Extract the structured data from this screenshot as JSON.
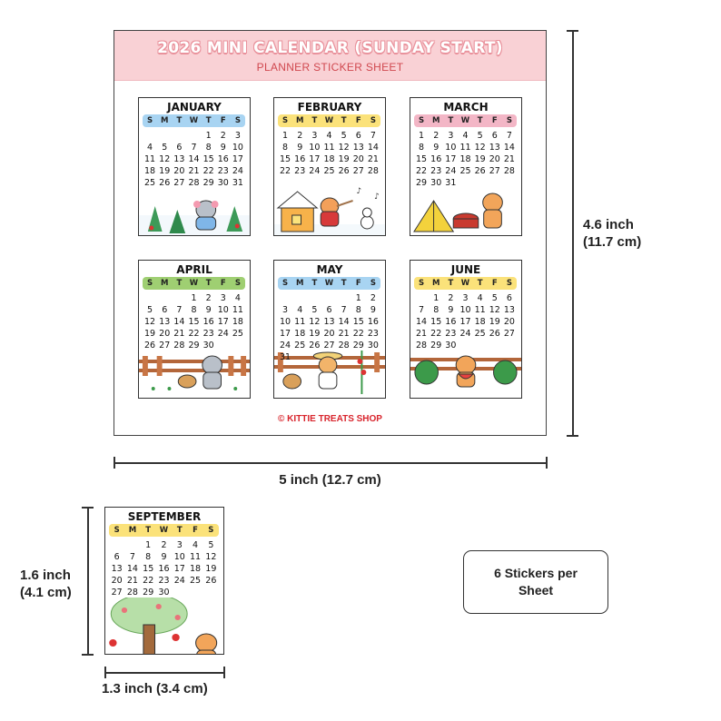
{
  "sheet": {
    "title": "2026 MINI CALENDAR (SUNDAY START)",
    "subtitle": "PLANNER STICKER SHEET",
    "copyright": "© KITTIE TREATS SHOP"
  },
  "weekdays": [
    "S",
    "M",
    "T",
    "W",
    "T",
    "F",
    "S"
  ],
  "months": [
    {
      "id": "january",
      "name": "JANUARY",
      "start": 4,
      "days": 31,
      "band_color": "#a8d4f2",
      "art": "winter-cat-icon"
    },
    {
      "id": "february",
      "name": "FEBRUARY",
      "start": 0,
      "days": 28,
      "band_color": "#fbe27a",
      "art": "cabin-flute-cat-icon"
    },
    {
      "id": "march",
      "name": "MARCH",
      "start": 0,
      "days": 31,
      "band_color": "#f3b6c6",
      "art": "camping-cat-icon"
    },
    {
      "id": "april",
      "name": "APRIL",
      "start": 3,
      "days": 30,
      "band_color": "#9fcf72",
      "art": "garden-cat-icon"
    },
    {
      "id": "may",
      "name": "MAY",
      "start": 5,
      "days": 31,
      "band_color": "#a8d4f2",
      "art": "straw-hat-cat-icon"
    },
    {
      "id": "june",
      "name": "JUNE",
      "start": 1,
      "days": 30,
      "band_color": "#fbe27a",
      "art": "watermelon-cat-icon"
    },
    {
      "id": "september",
      "name": "SEPTEMBER",
      "start": 2,
      "days": 30,
      "band_color": "#fbe27a",
      "art": "apple-tree-cat-icon"
    }
  ],
  "dimensions": {
    "sheet_height": [
      "4.6 inch",
      "(11.7 cm)"
    ],
    "sheet_width": "5 inch (12.7 cm)",
    "sticker_height": [
      "1.6 inch",
      "(4.1 cm)"
    ],
    "sticker_width": "1.3 inch (3.4 cm)"
  },
  "sticker_count_label": "6 Stickers per Sheet"
}
